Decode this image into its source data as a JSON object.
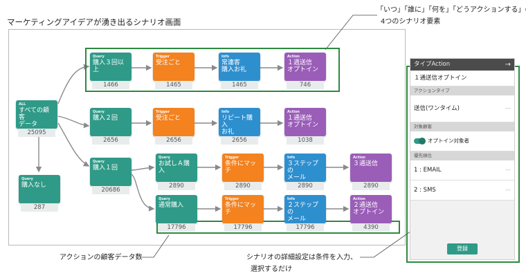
{
  "title": "マーケティングアイデアが湧き出るシナリオ画面",
  "top_annotation": {
    "line1": "「いつ」「誰に」「何を」「どうアクションする」の",
    "line2": "4つのシナリオ要素"
  },
  "bottom_annotations": {
    "left": "アクションの顧客データ数",
    "right_line1": "シナリオの詳細設定は条件を入力、",
    "right_line2": "選択するだけ"
  },
  "nodes": {
    "all": {
      "type": "ALL",
      "label": "すべての顧客\nデータ",
      "count": "25095"
    },
    "none": {
      "type": "Query",
      "label": "購入なし",
      "count": "287"
    },
    "r1q": {
      "type": "Query",
      "label": "購入３回以上",
      "count": "1466"
    },
    "r1t": {
      "type": "Trigger",
      "label": "受注ごと",
      "count": "1465"
    },
    "r1i": {
      "type": "Info",
      "label": "常連客\n購入お礼",
      "count": "1465"
    },
    "r1a": {
      "type": "Action",
      "label": "１週送信\nオプトイン",
      "count": "746"
    },
    "r2q": {
      "type": "Query",
      "label": "購入２回",
      "count": "2656"
    },
    "r2t": {
      "type": "Trigger",
      "label": "受注ごと",
      "count": "2656"
    },
    "r2i": {
      "type": "Info",
      "label": "リピート購入\nお礼",
      "count": "2656"
    },
    "r2a": {
      "type": "Action",
      "label": "１通送信\nオプトイン",
      "count": "1038"
    },
    "r3q": {
      "type": "Query",
      "label": "購入１回",
      "count": "20686"
    },
    "r3q2": {
      "type": "Query",
      "label": "お試しＡ購入",
      "count": "2890"
    },
    "r3t": {
      "type": "Trigger",
      "label": "条件にマッチ",
      "count": "2890"
    },
    "r3i": {
      "type": "Info",
      "label": "３ステップの\nメール",
      "count": "2890"
    },
    "r3a": {
      "type": "Action",
      "label": "３通送信",
      "count": "2890"
    },
    "r4q": {
      "type": "Query",
      "label": "通常購入",
      "count": "17796"
    },
    "r4t": {
      "type": "Trigger",
      "label": "条件にマッチ",
      "count": "17796"
    },
    "r4i": {
      "type": "Info",
      "label": "２ステップの\nメール",
      "count": "17796"
    },
    "r4a": {
      "type": "Action",
      "label": "２通送信\nオプトイン",
      "count": "4390"
    }
  },
  "panel": {
    "header": "タイプAction",
    "name_value": "１通送信オプトイン",
    "section_action_type": "アクションタイプ",
    "action_type_value": "送信(ワンタイム)",
    "section_target": "対象顧客",
    "toggle_label": "オプトイン対象者",
    "section_priority": "優先順位",
    "priority_1": "1 : EMAIL",
    "priority_2": "2 : SMS",
    "submit_label": "登録"
  },
  "colors": {
    "query": "#2f9a87",
    "trigger": "#f3821f",
    "info": "#2e8fcf",
    "action": "#9a5db8",
    "highlight_frame": "#2b8a3e"
  }
}
